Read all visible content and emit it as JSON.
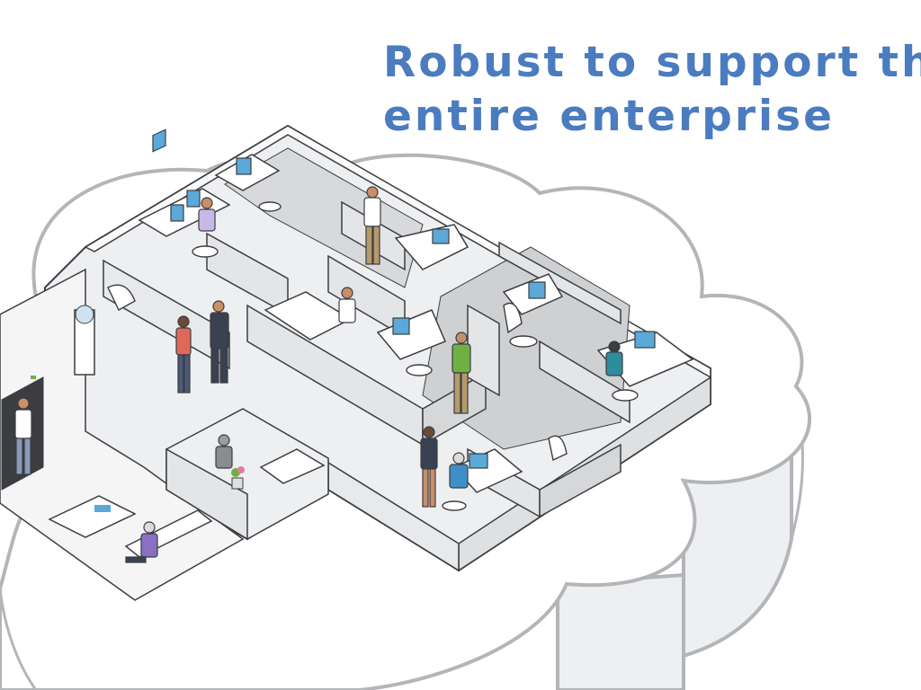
{
  "slide": {
    "title_lines": [
      "Robust to support the",
      "entire enterprise"
    ]
  },
  "colors": {
    "title": "#4a7cbf",
    "cloud_fill": "#ffffff",
    "cloud_stroke": "#b3b5b8",
    "cloud_side": "#eeeff1",
    "floor": "#ededef",
    "floor_dark": "#a9abae",
    "wall_top": "#fafafb",
    "wall_side": "#dfe0e2",
    "line": "#3b3d41",
    "monitor": "#5aa9d8",
    "person_skin": "#c98f67",
    "shirt_red": "#e0685a",
    "shirt_green": "#6fb043",
    "shirt_teal": "#2d8d9c",
    "shirt_blue": "#3e8fc9",
    "shirt_purple": "#8a6fc3",
    "pants_khaki": "#b59a6b",
    "suit_dark": "#3a4150"
  },
  "illustration": {
    "subject": "office-floor-isometric"
  }
}
